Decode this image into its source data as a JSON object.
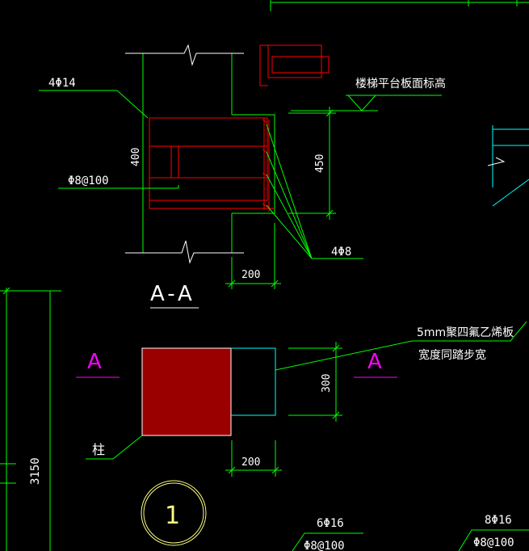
{
  "section_detail": {
    "title": "A-A",
    "top_rebar": "4Φ14",
    "stirrup": "Φ8@100",
    "height_dim": "400",
    "beam_height_dim": "450",
    "beam_width_dim": "200",
    "side_rebar": "4Φ8",
    "platform_note": "楼梯平台板面标高"
  },
  "plan_detail": {
    "section_mark_left": "A",
    "section_mark_right": "A",
    "depth_dim": "300",
    "width_dim": "200",
    "column_label": "柱",
    "filler_note_line1": "5mm聚四氟乙烯板",
    "filler_note_line2": "宽度同踏步宽"
  },
  "left_dim": "3150",
  "detail_number": "1",
  "bottom_labels": {
    "left_rebar": "6Φ16",
    "left_stirrup": "Φ8@100",
    "right_rebar": "8Φ16",
    "right_stirrup": "Φ8@100"
  },
  "colors": {
    "dim_green": "#00ff00",
    "rebar_red": "#ff0000",
    "column_fill": "#9b0000",
    "section_magenta": "#ff00ff",
    "cyan": "#00ffff",
    "circle_yellow": "#ffff80"
  }
}
